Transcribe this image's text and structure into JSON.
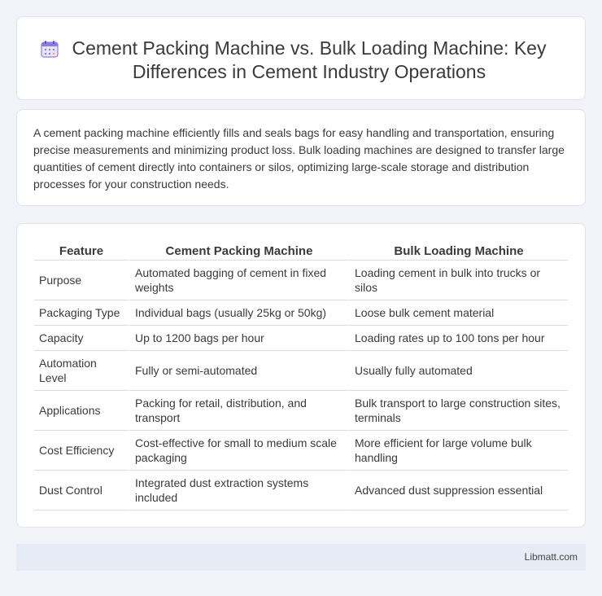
{
  "header": {
    "icon": "calendar-icon",
    "title": "Cement Packing Machine vs. Bulk Loading Machine: Key Differences in Cement Industry Operations"
  },
  "summary": {
    "text": "A cement packing machine efficiently fills and seals bags for easy handling and transportation, ensuring precise measurements and minimizing product loss. Bulk loading machines are designed to transfer large quantities of cement directly into containers or silos, optimizing large-scale storage and distribution processes for your construction needs."
  },
  "table": {
    "headers": [
      "Feature",
      "Cement Packing Machine",
      "Bulk Loading Machine"
    ],
    "rows": [
      [
        "Purpose",
        "Automated bagging of cement in fixed weights",
        "Loading cement in bulk into trucks or silos"
      ],
      [
        "Packaging Type",
        "Individual bags (usually 25kg or 50kg)",
        "Loose bulk cement material"
      ],
      [
        "Capacity",
        "Up to 1200 bags per hour",
        "Loading rates up to 100 tons per hour"
      ],
      [
        "Automation Level",
        "Fully or semi-automated",
        "Usually fully automated"
      ],
      [
        "Applications",
        "Packing for retail, distribution, and transport",
        "Bulk transport to large construction sites, terminals"
      ],
      [
        "Cost Efficiency",
        "Cost-effective for small to medium scale packaging",
        "More efficient for large volume bulk handling"
      ],
      [
        "Dust Control",
        "Integrated dust extraction systems included",
        "Advanced dust suppression essential"
      ]
    ]
  },
  "footer": {
    "site": "Libmatt.com"
  },
  "colors": {
    "background": "#f1f3f8",
    "card": "#ffffff",
    "footer": "#e6ebf5",
    "icon_accent": "#7b6fd6"
  }
}
